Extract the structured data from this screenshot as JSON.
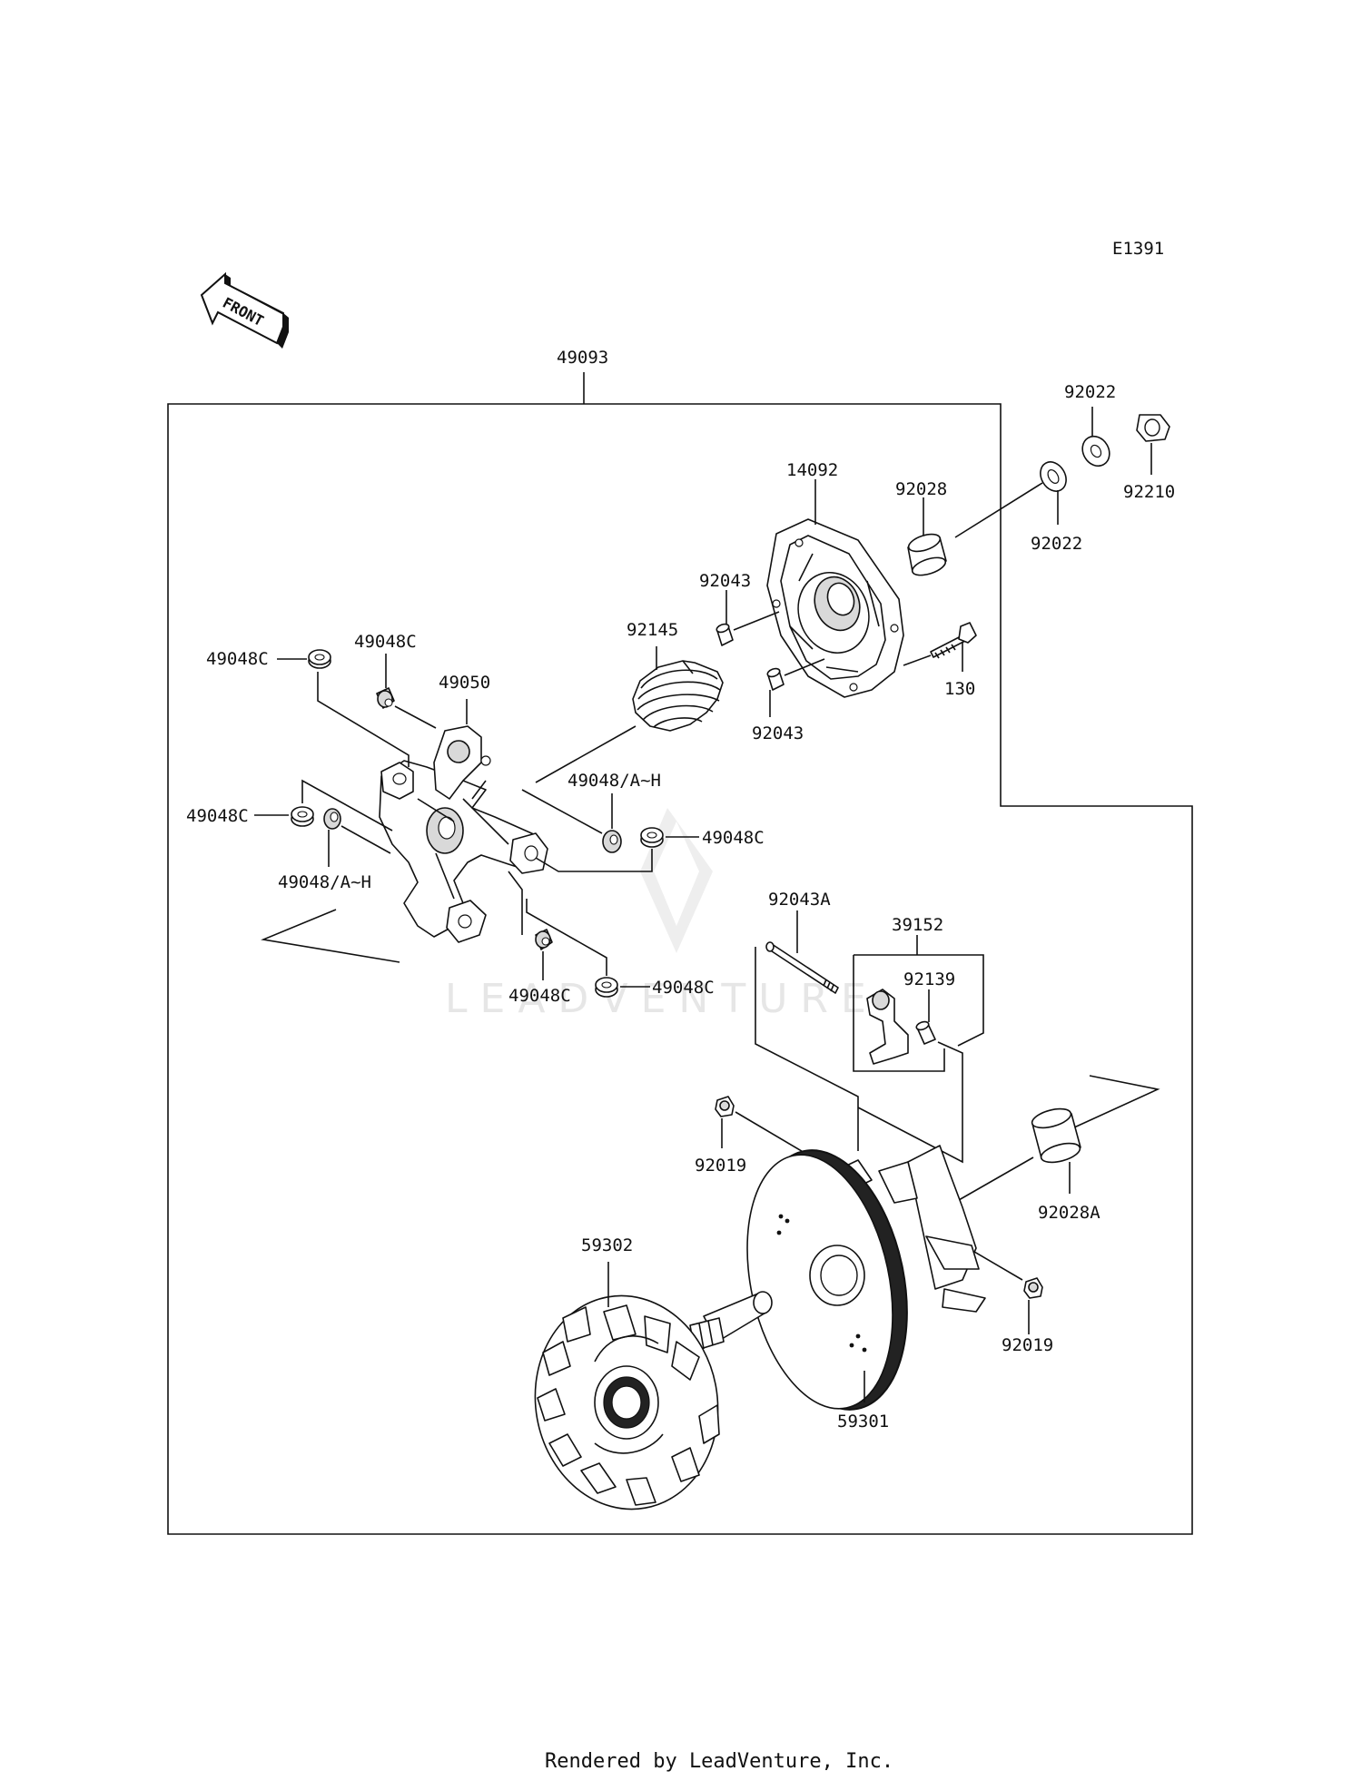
{
  "diagram_code": "E1391",
  "front_label": "FRONT",
  "watermark": "LEADVENTURE",
  "footer": "Rendered by LeadVenture, Inc.",
  "parts": {
    "assembly": "49093",
    "cover": "14092",
    "bushing_top": "92028",
    "washer_upper": "92022",
    "washer_lower": "92022",
    "nut_top": "92210",
    "dowel_upper": "92043",
    "dowel_lower": "92043",
    "bolt": "130",
    "spring": "92145",
    "spider": "49050",
    "roller_tl": "49048C",
    "roller_tl2": "49048C",
    "roller_ml": "49048C",
    "roller_mr": "49048C",
    "roller_bl": "49048C",
    "roller_br": "49048C",
    "shim_left": "49048/A~H",
    "shim_right": "49048/A~H",
    "pin": "92043A",
    "weight_kit": "39152",
    "weight_pin": "92139",
    "bushing_bottom": "92028A",
    "nut_left": "92019",
    "nut_right": "92019",
    "movable_sheave": "59301",
    "fixed_sheave": "59302"
  }
}
